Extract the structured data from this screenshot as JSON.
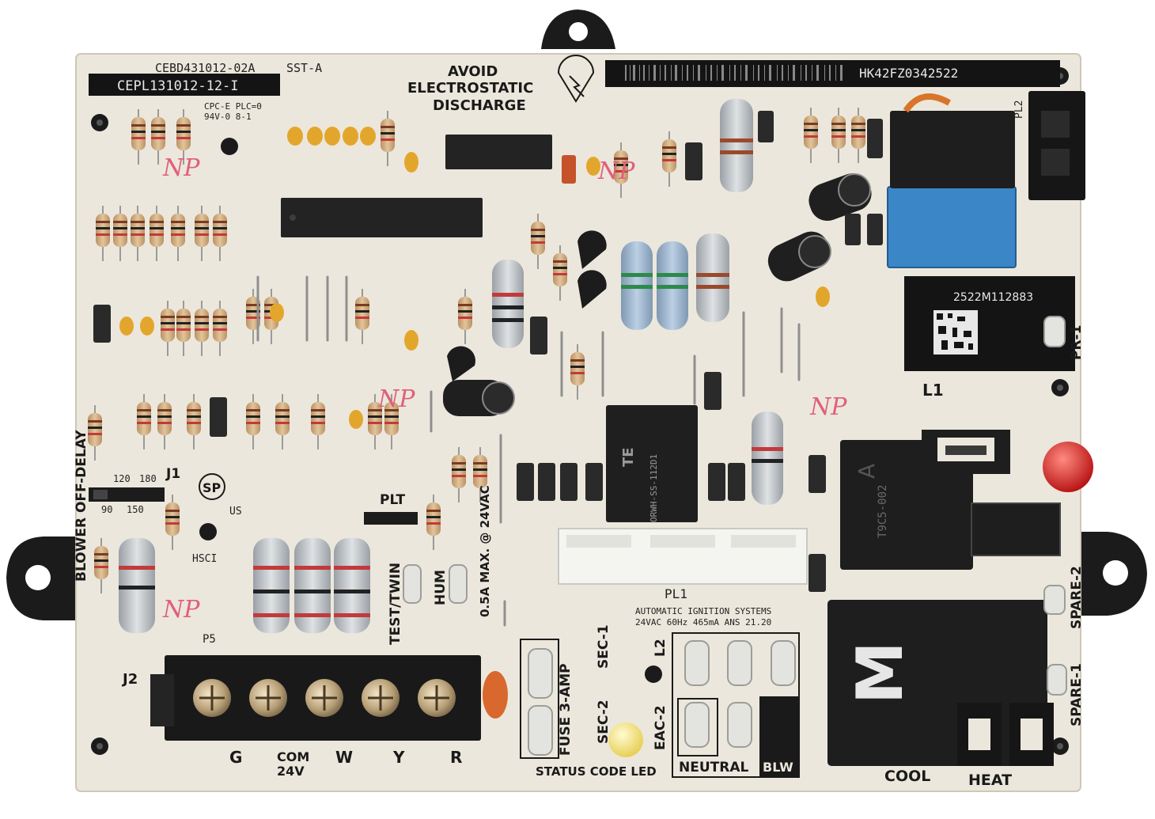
{
  "board": {
    "part_number": "CEBD431012-02A",
    "label_left": "CEPL131012-12-I",
    "sst": "SST-A",
    "barcode_text": "HK42FZ0342522",
    "datamatrix_text": "2522M112883",
    "esd_line1": "AVOID",
    "esd_line2": "ELECTROSTATIC",
    "esd_line3": "DISCHARGE",
    "cpc_line1": "CPC-E PLC=0",
    "cpc_line2": "94V-0 8-1"
  },
  "labels": {
    "blower_off_delay": "BLOWER OFF-DELAY",
    "j1": "J1",
    "j2": "J2",
    "p5": "P5",
    "plt": "PLT",
    "hsci": "HSCI",
    "test_twin": "TEST/TWIN",
    "hum": "HUM",
    "hum_rating": "0.5A MAX. @ 24VAC",
    "fuse": "FUSE 3-AMP",
    "sec1": "SEC-1",
    "sec2": "SEC-2",
    "eac2": "EAC-2",
    "l2": "L2",
    "pl1": "PL1",
    "pl2": "PL2",
    "l1": "L1",
    "pr1": "PR-1",
    "spare1": "SPARE-1",
    "spare2": "SPARE-2",
    "status_led": "STATUS CODE LED",
    "neutral": "NEUTRAL",
    "blw": "BLW",
    "cool": "COOL",
    "heat": "HEAT",
    "ignition_line1": "AUTOMATIC IGNITION SYSTEMS",
    "ignition_line2": "24VAC 60Hz 465mA ANS 21.20",
    "delay_120": "120",
    "delay_180": "180",
    "delay_90": "90",
    "delay_150": "150",
    "us": "US",
    "relay_k5_brand": "TE",
    "relay_k5_model": "ORWH-SS-112D1",
    "relay_m": "M",
    "relay_a": "A",
    "relay_a_model": "T9C5-002"
  },
  "terminals": {
    "g": "G",
    "com": "COM",
    "v24": "24V",
    "w": "W",
    "y": "Y",
    "r": "R"
  },
  "markings": {
    "np": "NP"
  },
  "colors": {
    "board": "#ece7dc",
    "silkscreen": "#1a1a1a",
    "mount": "#1b1b1b",
    "resistor": "#d7b48a",
    "capacitor": "#e3a62d",
    "relay_blue": "#3a86c7",
    "led_red": "#d81e1e",
    "led_yellow": "#f2e27a",
    "np_ink": "#e0607a"
  }
}
